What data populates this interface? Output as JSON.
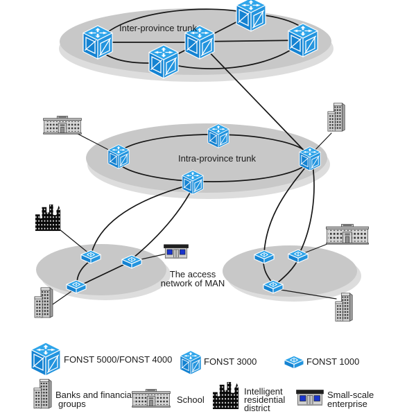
{
  "labels": {
    "inter_trunk": "Inter-province trunk",
    "intra_trunk": "Intra-province trunk",
    "access_line1": "The access",
    "access_line2": "network of MAN"
  },
  "legend": {
    "fonst_5000": "FONST 5000/FONST 4000",
    "fonst_3000": "FONST 3000",
    "fonst_1000": "FONST 1000",
    "banks_line1": "Banks and financial",
    "banks_line2": "groups",
    "school": "School",
    "residential_line1": "Intelligent",
    "residential_line2": "residential",
    "residential_line3": "district",
    "enterprise_line1": "Small-scale",
    "enterprise_line2": "enterprise"
  },
  "icons": {
    "fonst_5000": "fonst-5000-cube-icon",
    "fonst_3000": "fonst-3000-cube-icon",
    "fonst_1000": "fonst-1000-box-icon",
    "bank": "bank-building-icon",
    "school": "school-building-icon",
    "residential": "residential-district-icon",
    "enterprise": "enterprise-shop-icon"
  },
  "colors": {
    "device_top": "#2FA5EA",
    "device_left": "#1583D2",
    "device_right": "#2394DE",
    "platter": "#C8C8C8",
    "platter_shadow": "#DDDDDD",
    "line": "#161616",
    "text": "#1A1A1A",
    "window_blue": "#1A35CC"
  }
}
